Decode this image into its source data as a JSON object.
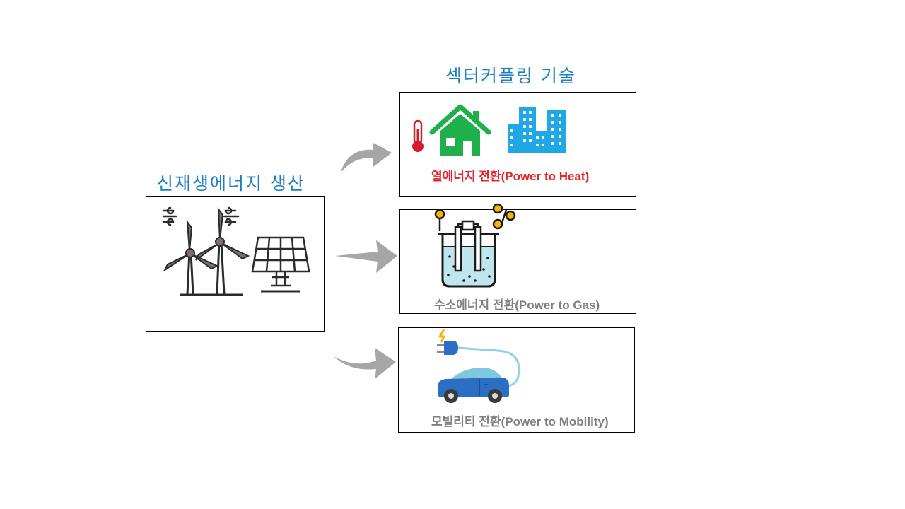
{
  "source": {
    "title": "신재생에너지  생산",
    "icons": [
      "wind-turbine-icon",
      "wind-turbine-icon",
      "solar-panel-icon"
    ]
  },
  "sector_coupling": {
    "title": "섹터커플링  기술",
    "items": [
      {
        "label": "열에너지 전환(Power to Heat)",
        "color": "#e3262b",
        "icons": [
          "thermometer-icon",
          "house-icon",
          "buildings-icon"
        ]
      },
      {
        "label": "수소에너지 전환(Power to Gas)",
        "color": "#7f7f7f",
        "icons": [
          "electrolysis-beaker-icon"
        ]
      },
      {
        "label": "모빌리티 전환(Power to Mobility)",
        "color": "#7f7f7f",
        "icons": [
          "electric-car-icon",
          "charging-plug-icon"
        ]
      }
    ]
  },
  "colors": {
    "title_blue": "#1f7fc0",
    "arrow_gray": "#a6a6a6",
    "house_green": "#1fb04b",
    "building_blue": "#1ea8e6"
  }
}
